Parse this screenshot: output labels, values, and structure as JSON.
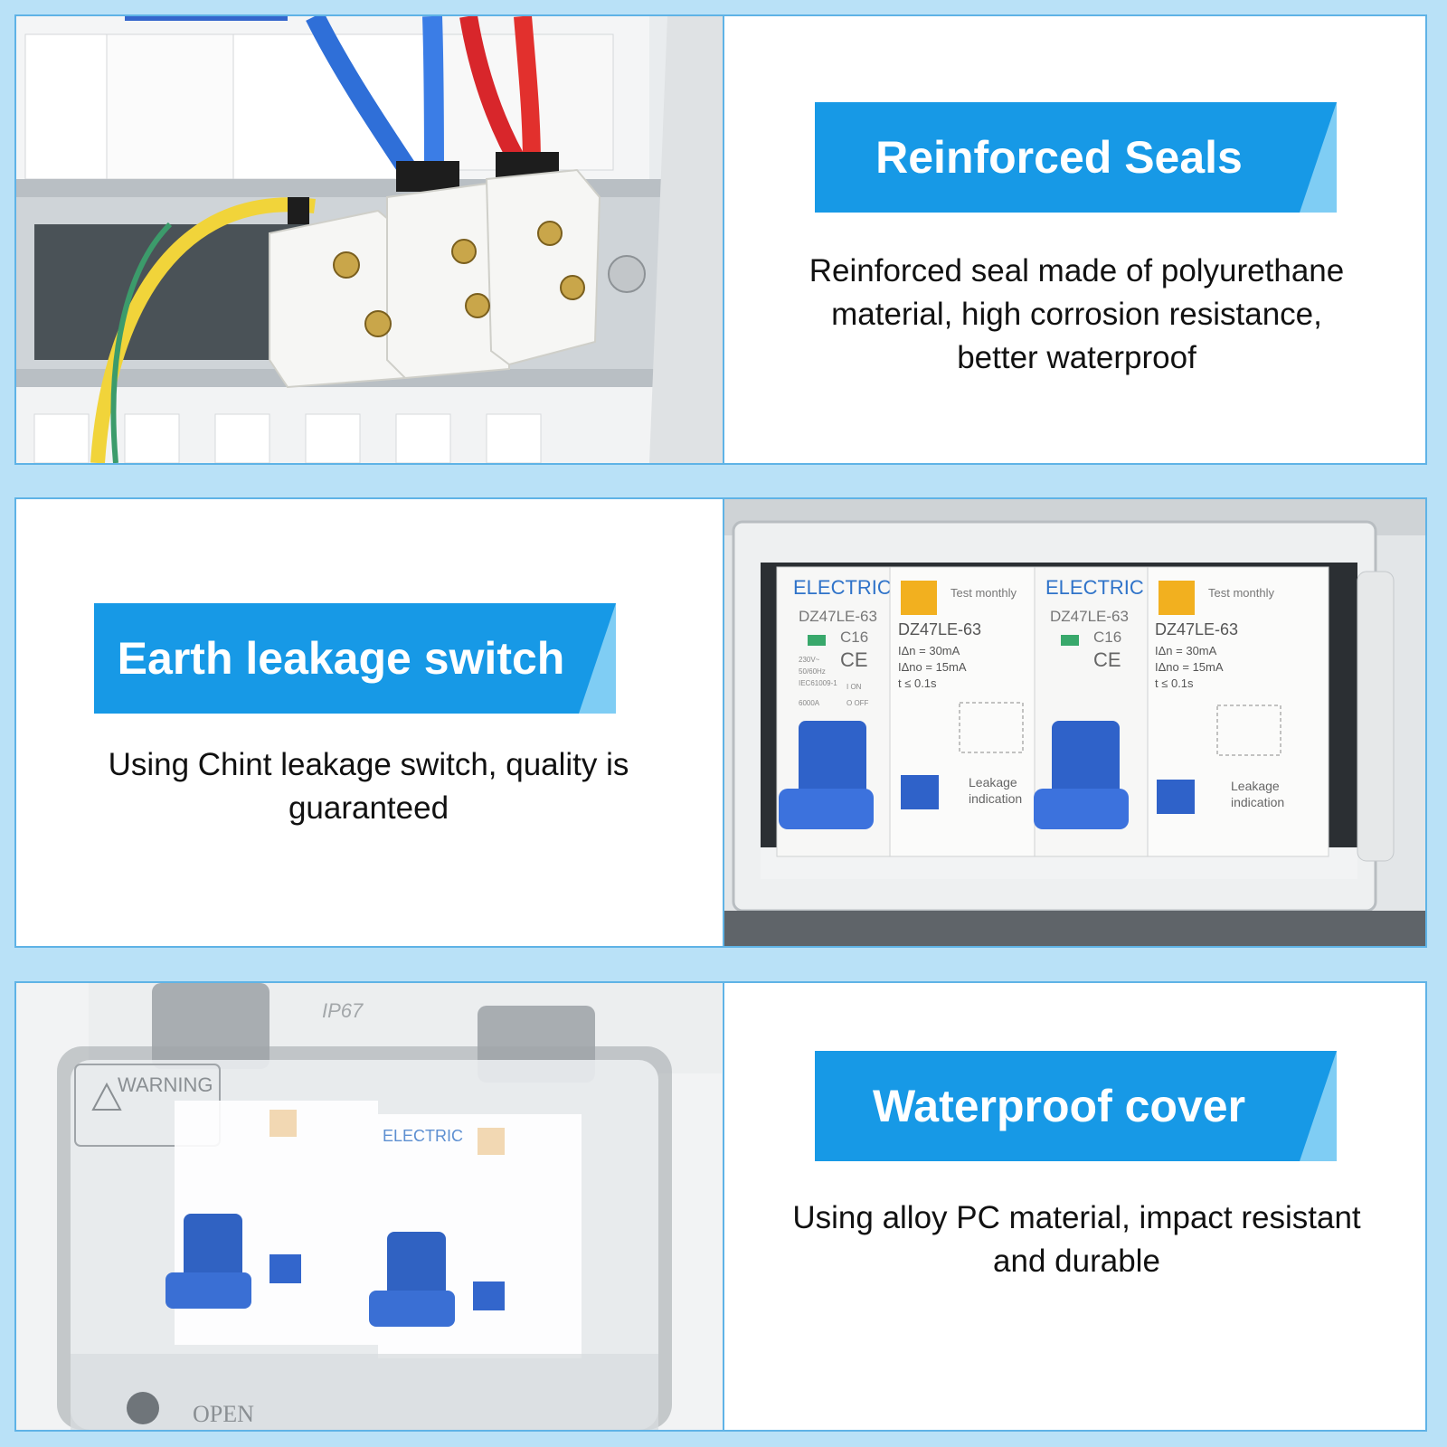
{
  "colors": {
    "page_background": "#b9e1f7",
    "panel_border": "#5fb3e6",
    "banner_blue": "#1799e6",
    "banner_accent": "#7fcdf4",
    "text": "#111111"
  },
  "sections": [
    {
      "title": "Reinforced Seals",
      "description_lines": [
        "Reinforced seal made of polyurethane",
        "material, high corrosion resistance,",
        "better waterproof"
      ]
    },
    {
      "title": "Earth leakage switch",
      "description_lines": [
        "Using Chint leakage switch, quality is",
        "guaranteed"
      ]
    },
    {
      "title": "Waterproof cover",
      "description_lines": [
        "Using alloy PC material, impact resistant",
        "and durable"
      ]
    }
  ],
  "product_labels": {
    "brand": "ELECTRIC",
    "model": "DZ47LE-63",
    "rating": "C16",
    "spec_current": "IΔn = 30mA",
    "spec_no_trip": "IΔno = 15mA",
    "spec_time": "t  ≤ 0.1s",
    "test_label": "Test monthly",
    "leakage_line1": "Leakage",
    "leakage_line2": "indication",
    "ce_mark": "CE",
    "voltage": "230V~",
    "frequency": "50/60Hz",
    "standard": "IEC61009-1",
    "breaking": "6000A",
    "on_label": "I ON",
    "off_label": "O OFF",
    "enclosure_rating": "IP67",
    "warning_title": "WARNING",
    "cover_bottom": "OPEN"
  }
}
